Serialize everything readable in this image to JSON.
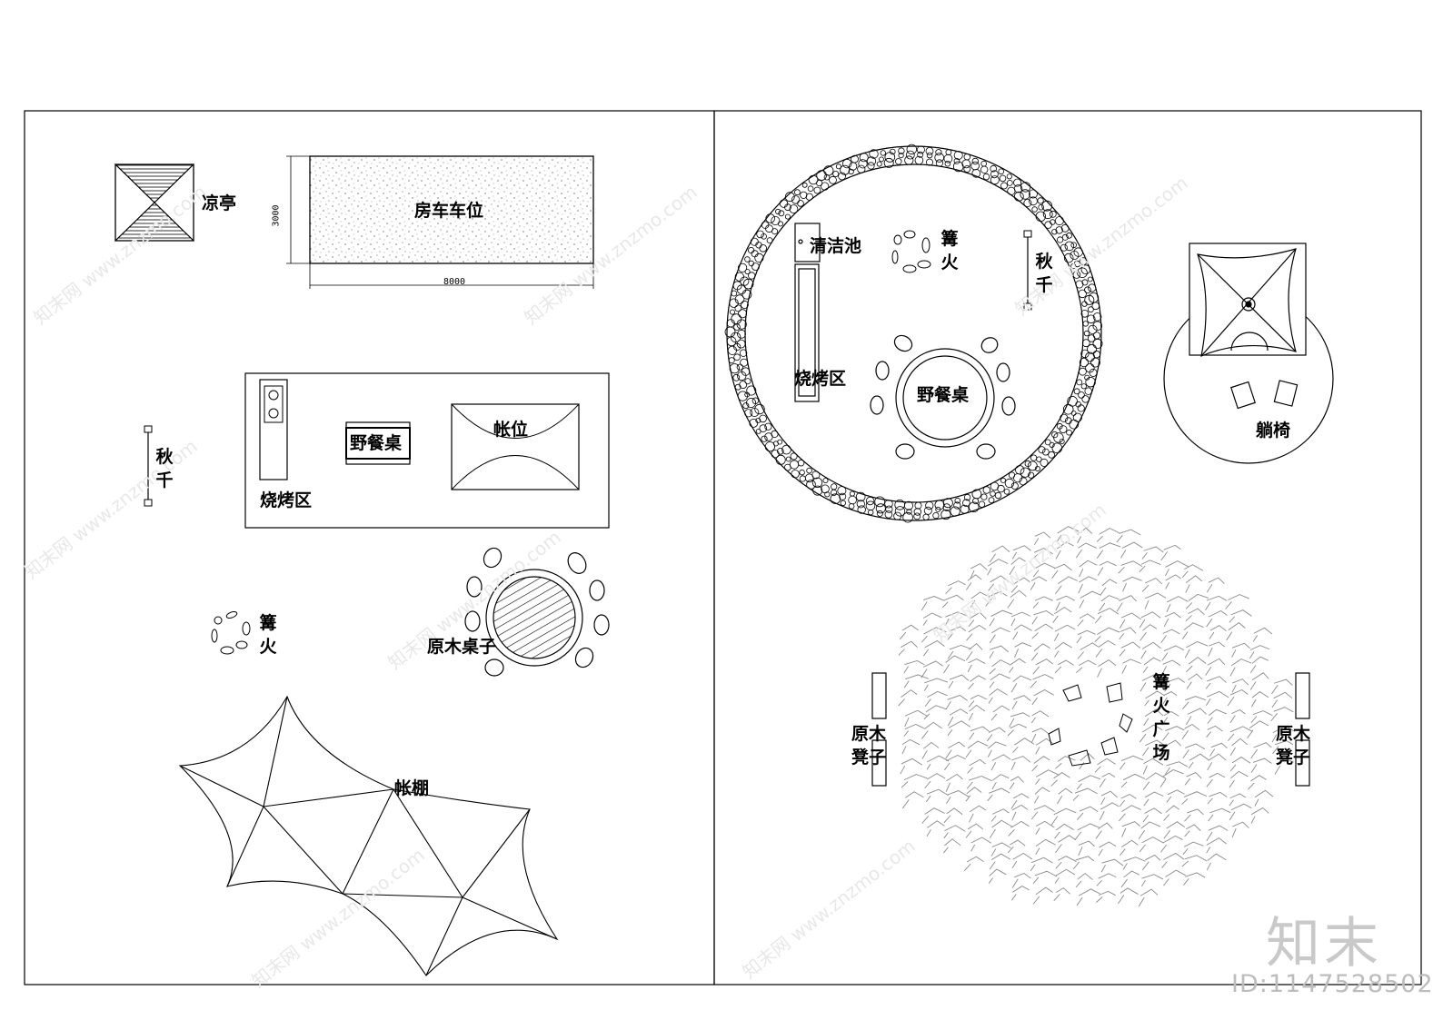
{
  "left_panel": {
    "pavilion_label": "凉亭",
    "rv_label": "房车车位",
    "rv_dim_height": "3000",
    "rv_dim_width": "8000",
    "bbq_label": "烧烤区",
    "picnic_label": "野餐桌",
    "tent_label": "帐位",
    "swing_label": "秋千",
    "bonfire_label": "篝火",
    "log_table_label": "原木桌子",
    "canopy_label": "帐棚"
  },
  "right_panel": {
    "cleaning_label": "清洁池",
    "bonfire_label": "篝火",
    "swing_label": "秋千",
    "bbq_label": "烧烤区",
    "picnic_label": "野餐桌",
    "lounge_label": "躺椅",
    "plaza_label": "篝火广场",
    "log_stool_left": "原木凳子",
    "log_stool_right": "原木凳子"
  },
  "watermark": {
    "logo": "知末",
    "id": "ID:1147528502",
    "diagonal": "知末网 www.znzmo.com"
  }
}
